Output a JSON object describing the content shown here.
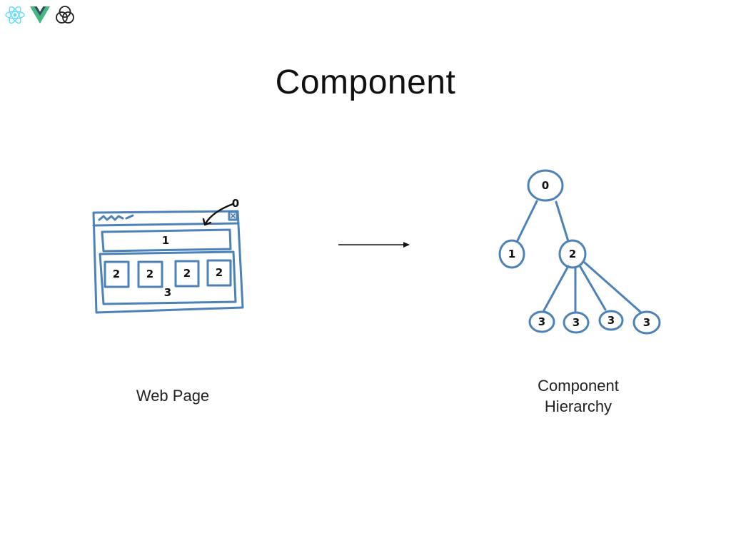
{
  "logos": [
    {
      "icon": "react-icon"
    },
    {
      "icon": "vue-icon"
    },
    {
      "icon": "venn-circles-icon"
    }
  ],
  "slide": {
    "title": "Component"
  },
  "web_page": {
    "caption": "Web Page",
    "labels": {
      "root": "0",
      "header": "1",
      "items": [
        "2",
        "2",
        "2",
        "2"
      ],
      "list": "3"
    }
  },
  "hierarchy": {
    "caption_line1": "Component",
    "caption_line2": "Hierarchy",
    "nodes": {
      "root": "0",
      "left": "1",
      "right": "2",
      "leaves": [
        "3",
        "3",
        "3",
        "3"
      ]
    }
  },
  "colors": {
    "sketch": "#4c82b8",
    "react": "#61dafb",
    "vue_green": "#41b883",
    "vue_dark": "#35495e"
  }
}
